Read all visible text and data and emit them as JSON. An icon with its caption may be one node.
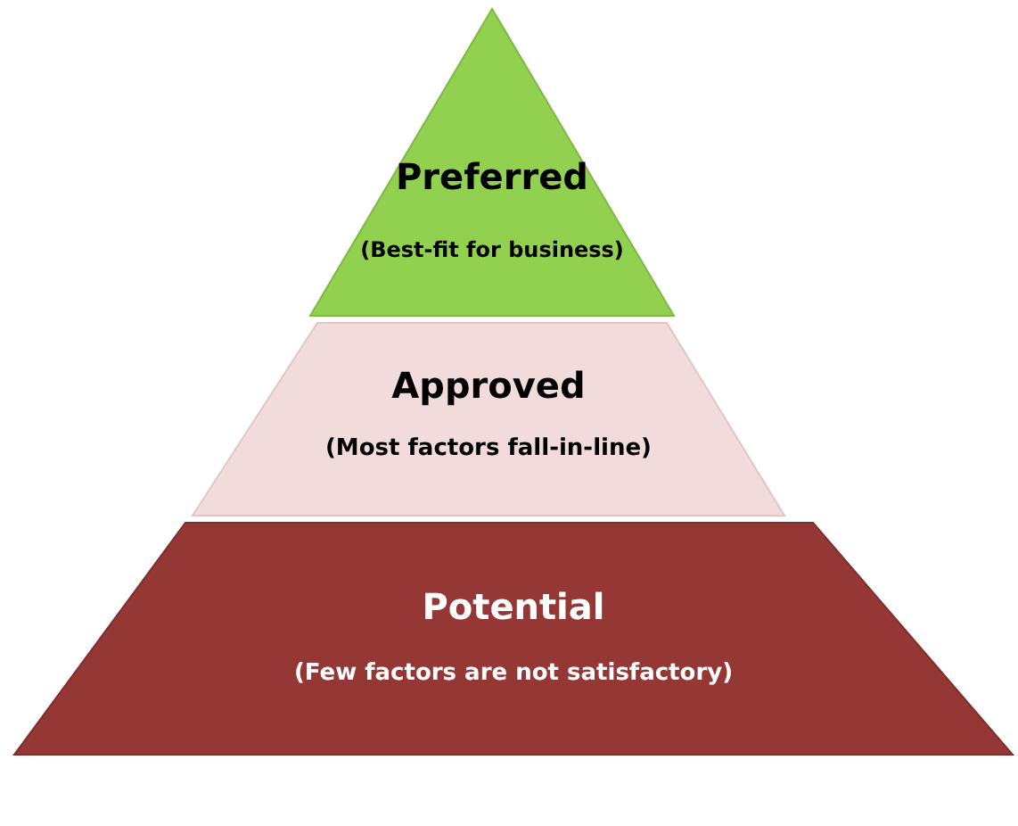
{
  "diagram": {
    "nodes": [
      {
        "text": [
          "Preferred",
          "(Best-fit for business)"
        ]
      },
      {
        "text": [
          "Approved",
          "(Most factors fall-in-line)"
        ]
      },
      {
        "text": [
          "Potential",
          "(Few factors are not satisfactory)"
        ]
      }
    ]
  }
}
